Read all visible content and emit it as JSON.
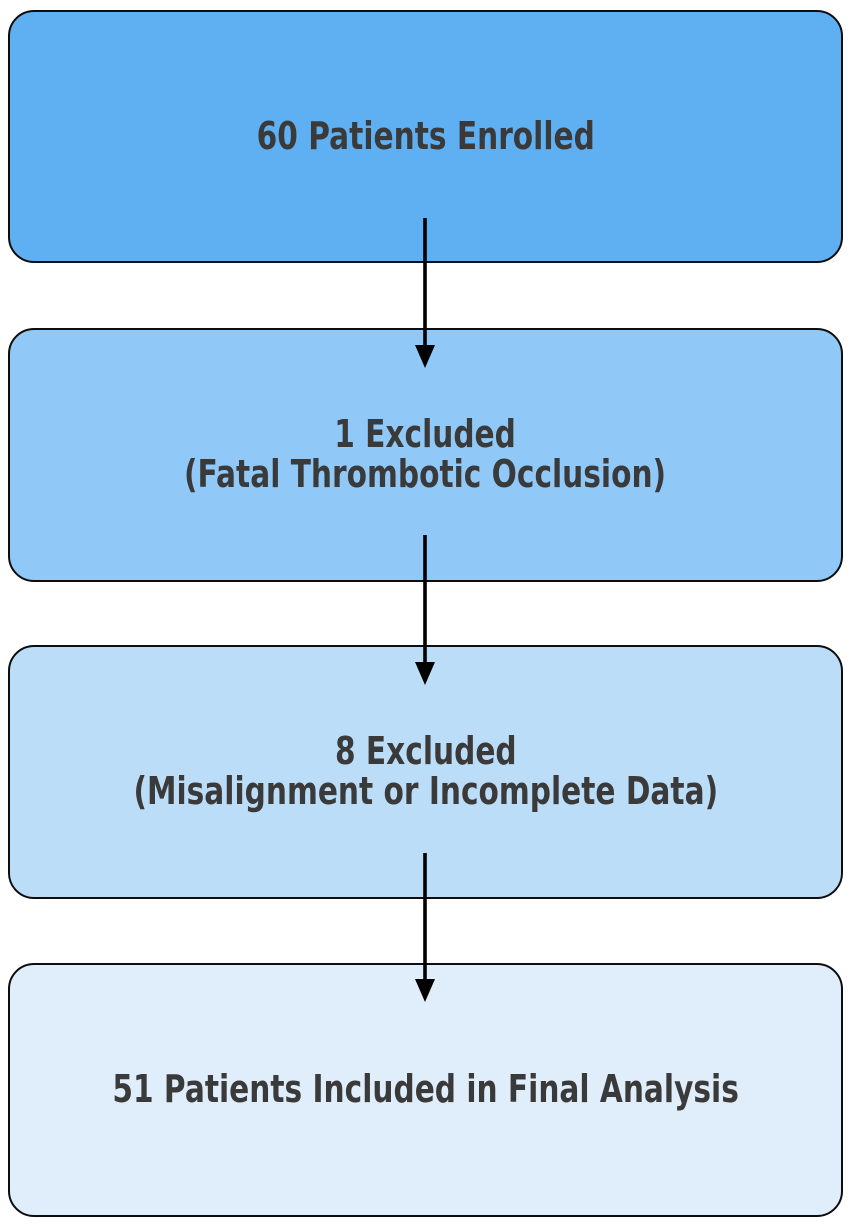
{
  "diagram": {
    "type": "flowchart",
    "direction": "top-down",
    "background": "#ffffff",
    "text_color": "#3a3a3a",
    "border_color": "#0d0d0d",
    "arrow_color": "#000000",
    "nodes": [
      {
        "id": "enrolled",
        "lines": [
          "60 Patients Enrolled"
        ],
        "count": 60,
        "fill": "#5fb0f2"
      },
      {
        "id": "excluded-fatal-occlusion",
        "lines": [
          "1 Excluded",
          "(Fatal Thrombotic Occlusion)"
        ],
        "count": 1,
        "fill": "#90c9f7"
      },
      {
        "id": "excluded-misalignment",
        "lines": [
          "8 Excluded",
          "(Misalignment or Incomplete Data)"
        ],
        "count": 8,
        "fill": "#bcddf8"
      },
      {
        "id": "final-analysis",
        "lines": [
          "51 Patients Included in Final Analysis"
        ],
        "count": 51,
        "fill": "#e0eefb"
      }
    ],
    "edges": [
      {
        "from": "enrolled",
        "to": "excluded-fatal-occlusion"
      },
      {
        "from": "excluded-fatal-occlusion",
        "to": "excluded-misalignment"
      },
      {
        "from": "excluded-misalignment",
        "to": "final-analysis"
      }
    ]
  }
}
